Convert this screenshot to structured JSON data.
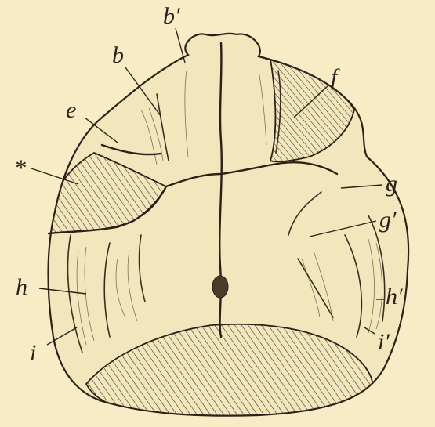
{
  "figure": {
    "labels": {
      "b_prime": "b′",
      "b": "b",
      "f": "f",
      "e": "e",
      "asterisk": "*",
      "g": "g",
      "g_prime": "g′",
      "h": "h",
      "h_prime": "h′",
      "i": "i",
      "i_prime": "i′"
    },
    "colors": {
      "paper": "#f7ecc6",
      "ink": "#2b2118"
    }
  }
}
